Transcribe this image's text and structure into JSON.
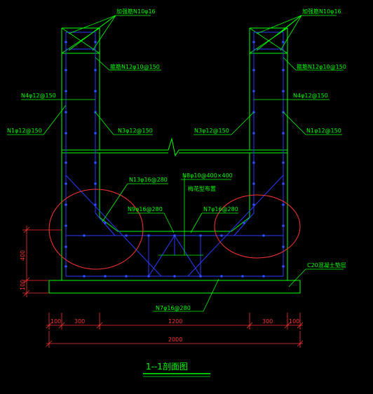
{
  "labels": {
    "top_left": "加强筋N10φ16",
    "top_right": "加强筋N10φ16",
    "stirrup_left": "箍筋N12φ10@150",
    "stirrup_right": "箍筋N12φ10@150",
    "n4_left": "N4φ12@150",
    "n4_right": "N4φ12@150",
    "n1_left": "N1φ12@150",
    "n1_right": "N1φ12@150",
    "n3_left": "N3φ12@150",
    "n3_right": "N3φ12@150",
    "n13": "N13φ16@280",
    "n8": "N8φ10@400×400",
    "n8_sub": "梅花型布置",
    "n9": "N9φ16@280",
    "n7_upper": "N7φ16@280",
    "n7_lower": "N7φ16@280",
    "c20": "C20混凝土垫层"
  },
  "dims": {
    "bottom_row": [
      "100",
      "300",
      "1200",
      "300",
      "100"
    ],
    "total": "2000",
    "vert_400": "400",
    "vert_100": "100"
  },
  "title": "1--1剖面图",
  "colors": {
    "concrete": "#00ff00",
    "rebar": "#2a3cff",
    "dimension": "#ff3333",
    "background": "#000000"
  }
}
